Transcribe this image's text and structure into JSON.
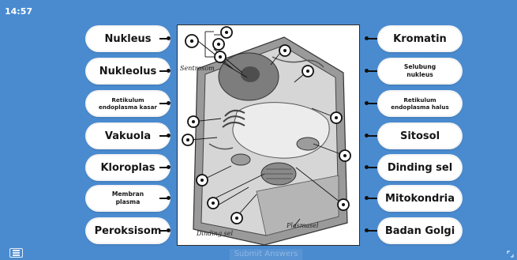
{
  "timer": "14:57",
  "labels_left": [
    "Nukleus",
    "Nukleolus",
    "Retikulum\nendoplasma kasar",
    "Vakuola",
    "Kloroplas",
    "Membran\nplasma",
    "Peroksisom"
  ],
  "labels_right": [
    "Kromatin",
    "Selubung\nnukleus",
    "Retikulum\nendoplasma halus",
    "Sitosol",
    "Dinding sel",
    "Mitokondria",
    "Badan Golgi"
  ],
  "figure": {
    "caption_sentrosom": "Sentrosom",
    "caption_dinding_sel": "Dinding sel",
    "caption_plasmasel": "Plasmasel"
  },
  "submit_label": "Submit Answers",
  "icons": {
    "menu": "menu-icon",
    "fullscreen": "fullscreen-icon",
    "target": "target-icon"
  },
  "colors": {
    "background": "#4a8bd0",
    "label_bg": "#ffffff",
    "label_text": "#151515"
  }
}
